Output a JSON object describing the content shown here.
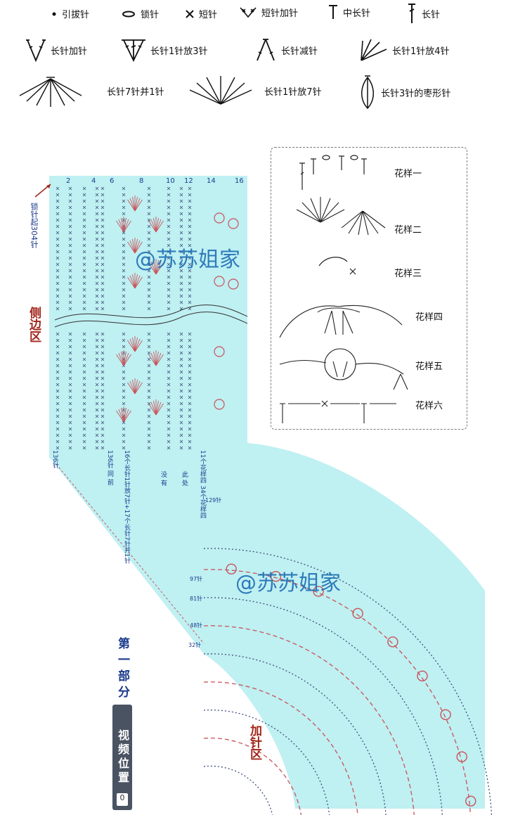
{
  "legend": {
    "row1": [
      {
        "label": "引拔针",
        "icon": "slip-stitch-icon"
      },
      {
        "label": "锁针",
        "icon": "chain-stitch-icon"
      },
      {
        "label": "短针",
        "icon": "single-crochet-icon"
      },
      {
        "label": "短针加针",
        "icon": "single-crochet-increase-icon"
      },
      {
        "label": "中长针",
        "icon": "half-double-crochet-icon"
      },
      {
        "label": "长针",
        "icon": "double-crochet-icon"
      }
    ],
    "row2": [
      {
        "label": "长针加针",
        "icon": "dc-increase-icon"
      },
      {
        "label": "长针1针放3针",
        "icon": "dc-1-into-3-icon"
      },
      {
        "label": "长针减针",
        "icon": "dc-decrease-icon"
      },
      {
        "label": "长针1针放4针",
        "icon": "dc-1-into-4-icon"
      }
    ],
    "row3": [
      {
        "label": "长针7针并1针",
        "icon": "dc-7-together-icon"
      },
      {
        "label": "长针1针放7针",
        "icon": "dc-1-into-7-icon"
      },
      {
        "label": "长针3针的枣形针",
        "icon": "dc-3-bobble-icon"
      }
    ]
  },
  "patterns": [
    {
      "label": "花样一"
    },
    {
      "label": "花样二"
    },
    {
      "label": "花样三"
    },
    {
      "label": "花样四"
    },
    {
      "label": "花样五"
    },
    {
      "label": "花样六"
    }
  ],
  "labels": {
    "start_note": "锁针起304针",
    "side_zone": "侧边区",
    "increase_zone": "加针区",
    "part_one": "第一部分",
    "video_position": "视频位置",
    "watermark": "@苏苏姐家",
    "count_136": "136针",
    "note_fan": "16个长针1针放7针+17个长针7针并1针",
    "note_same": "136针  同  前",
    "note_no": "没  有",
    "note_here": "此  处",
    "note_flowers": "11个花样四  34个花样四",
    "row_numbers": [
      "2",
      "4",
      "6",
      "8",
      "10",
      "12",
      "14",
      "16"
    ],
    "arc_counts": [
      "129针",
      "97针",
      "81针",
      "48针",
      "32针"
    ],
    "page_indicator": "0"
  },
  "colors": {
    "cyan_bg": "#bff0f2",
    "stitch_blue": "#3f4f7a",
    "stitch_red": "#c8545a",
    "label_red": "#a2261b",
    "label_blue": "#1b3a8c"
  }
}
